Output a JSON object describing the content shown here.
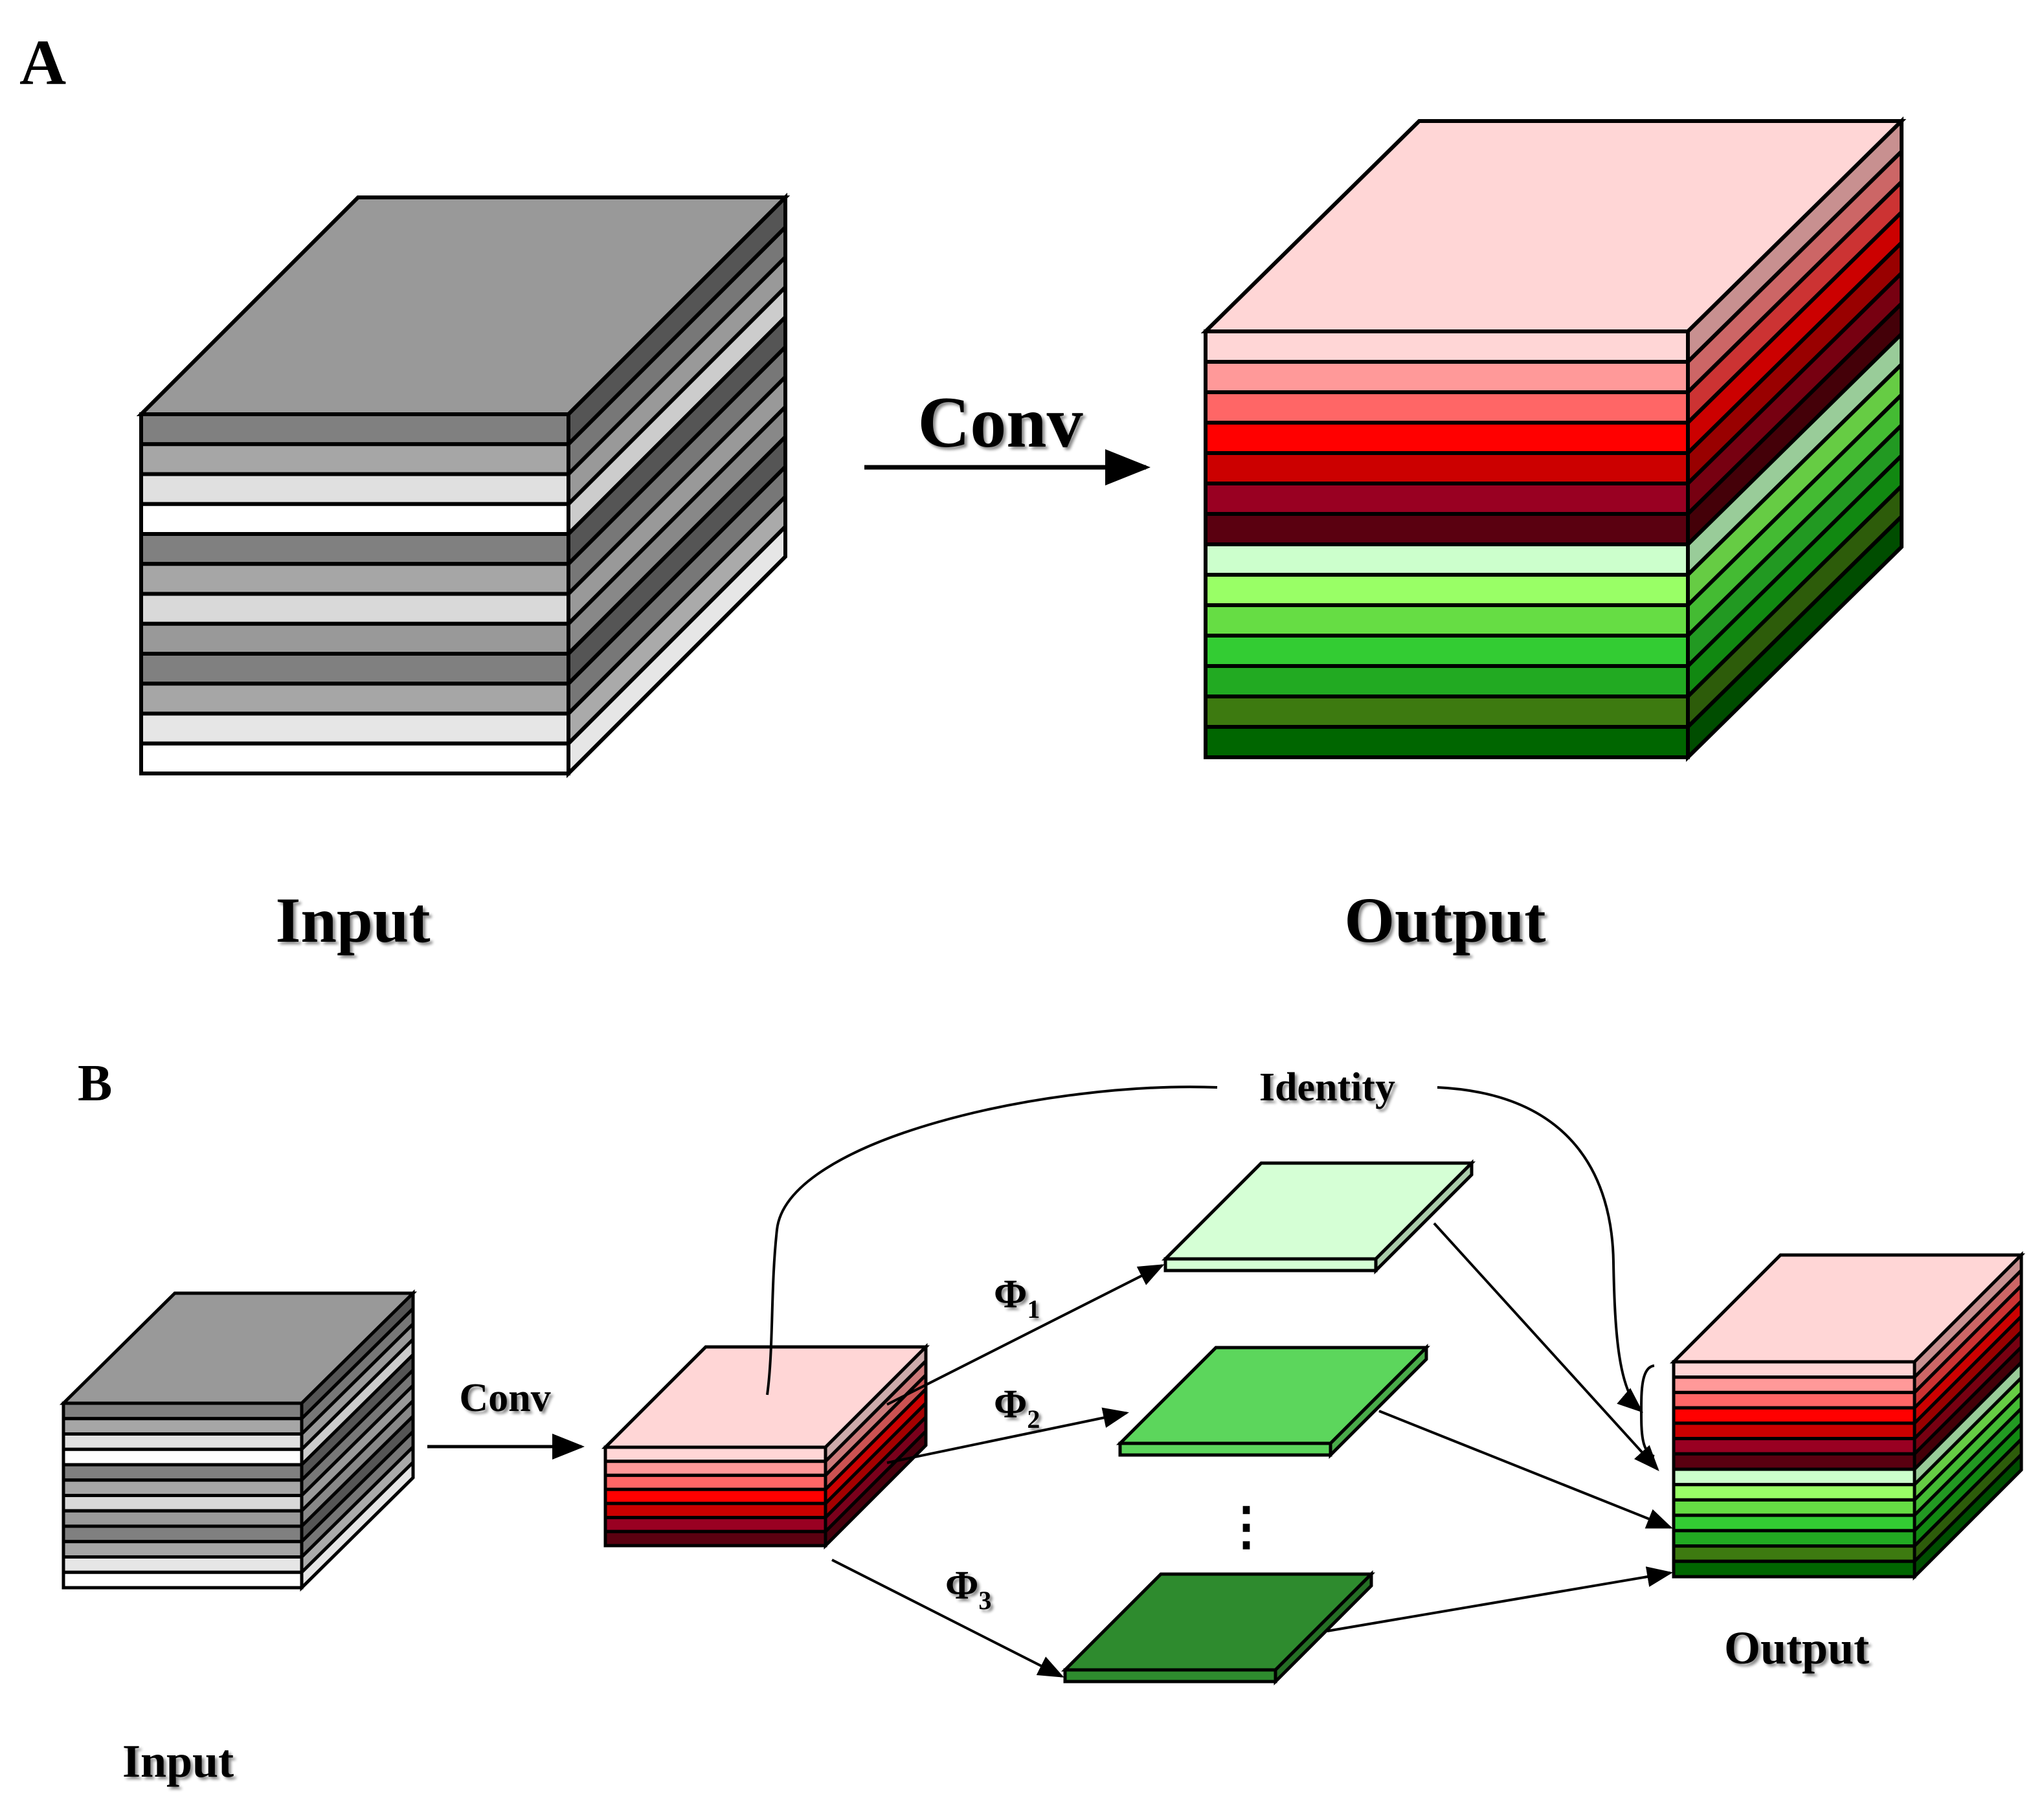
{
  "panel_a": {
    "label": "A",
    "conv_label": "Conv",
    "input_label": "Input",
    "output_label": "Output",
    "input_layer_colors": [
      "#808080",
      "#a6a6a6",
      "#e0e0e0",
      "#ffffff",
      "#808080",
      "#a6a6a6",
      "#d9d9d9",
      "#999999",
      "#808080",
      "#a6a6a6",
      "#e6e6e6",
      "#ffffff"
    ],
    "input_side_colors": [
      "#555555",
      "#777777",
      "#999999",
      "#cccccc",
      "#555555",
      "#777777",
      "#999999",
      "#888888",
      "#555555",
      "#777777",
      "#aaaaaa",
      "#e6e6e6"
    ],
    "output_layer_colors": [
      "#ffd6d6",
      "#ff9999",
      "#ff6666",
      "#ff0000",
      "#cc0000",
      "#990022",
      "#5a0010",
      "#ccffcc",
      "#99ff66",
      "#66dd44",
      "#33cc33",
      "#22aa22",
      "#3d7a10",
      "#006600"
    ],
    "output_side_colors": [
      "#c89090",
      "#cc6666",
      "#cc3333",
      "#cc0000",
      "#990000",
      "#770011",
      "#440008",
      "#99cc99",
      "#66cc44",
      "#44bb33",
      "#229922",
      "#118811",
      "#2d5c0a",
      "#004d00"
    ]
  },
  "panel_b": {
    "label": "B",
    "conv_label": "Conv",
    "input_label": "Input",
    "output_label": "Output",
    "identity_label": "Identity",
    "phi_labels": [
      {
        "base": "Φ",
        "sub": "1"
      },
      {
        "base": "Φ",
        "sub": "2"
      },
      {
        "base": "Φ",
        "sub": "3"
      }
    ],
    "ellipsis": "⋮",
    "feature_map_colors": [
      "#ffd6d6",
      "#ff9999",
      "#ff6666",
      "#ff0000",
      "#cc0000",
      "#990022",
      "#5a0010"
    ],
    "ghost_plane_colors": [
      "#d5ffd5",
      "#5cd65c",
      "#2e8b2e"
    ]
  }
}
